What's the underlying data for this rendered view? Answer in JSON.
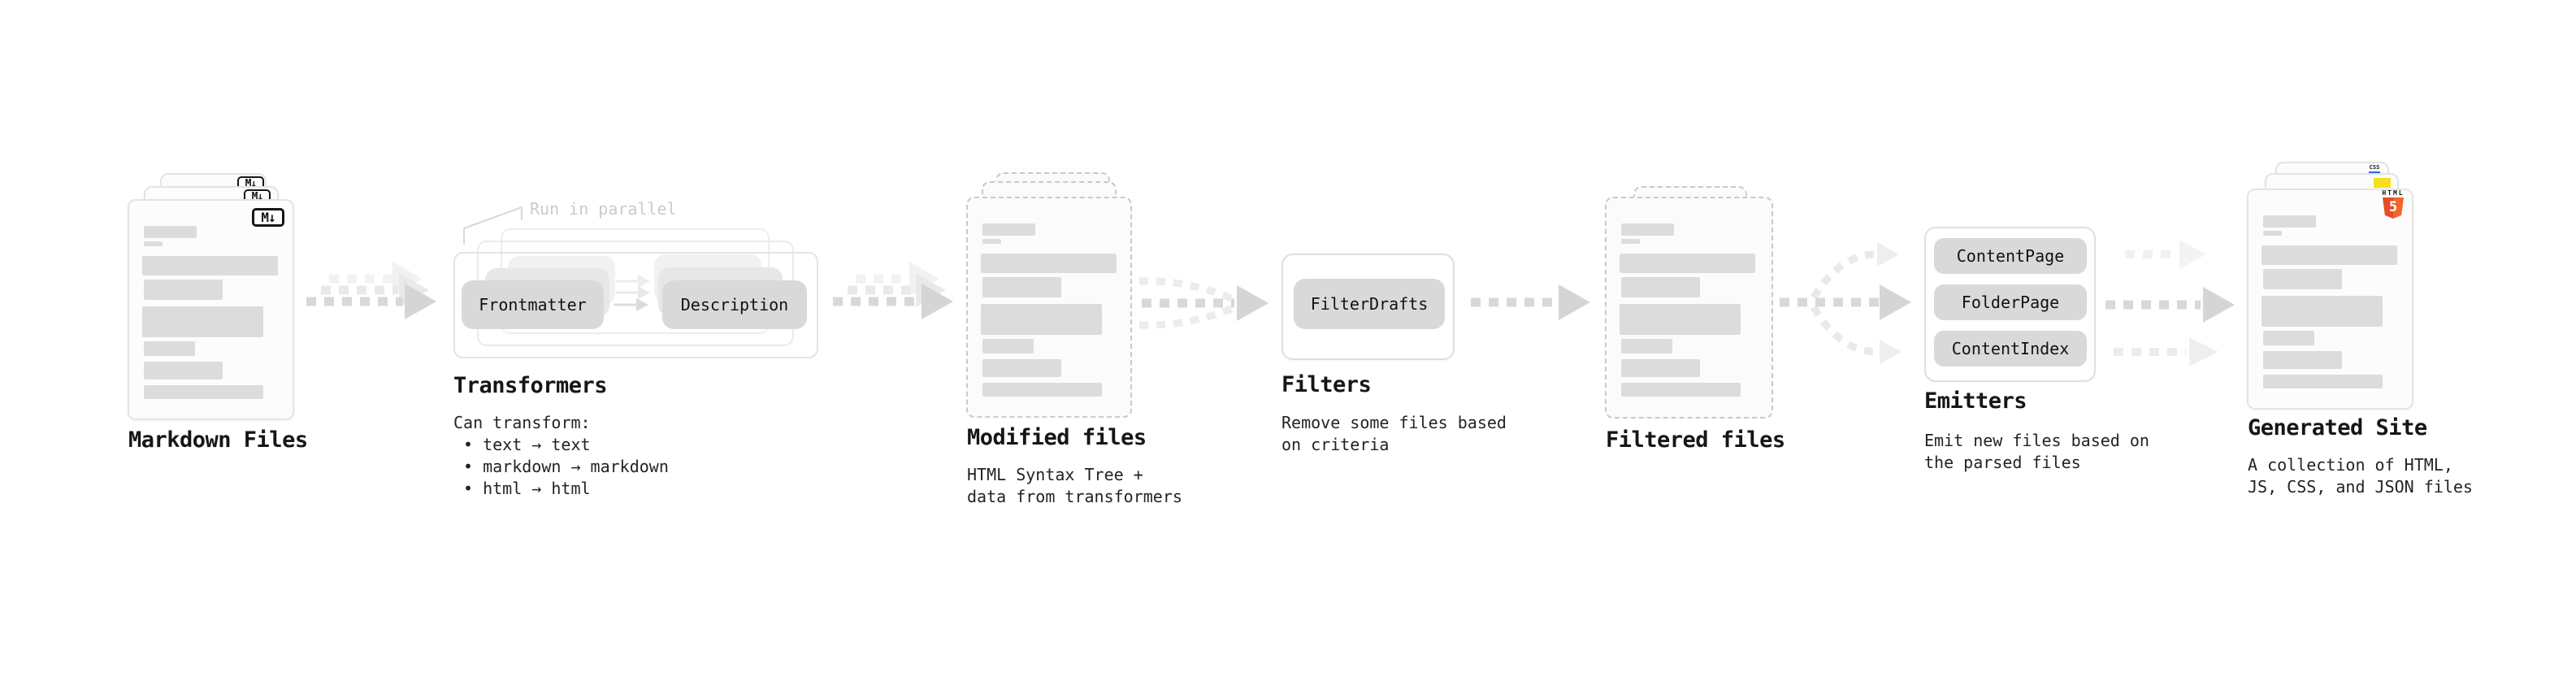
{
  "pipeline": {
    "stage_markdown": {
      "title": "Markdown Files"
    },
    "stage_transformers": {
      "title": "Transformers",
      "annotation": "Run in parallel",
      "node_frontmatter": "Frontmatter",
      "node_description": "Description",
      "desc_heading": "Can transform:",
      "bullets": [
        "text → text",
        "markdown → markdown",
        "html → html"
      ]
    },
    "stage_modified": {
      "title": "Modified files",
      "desc_lines": [
        "HTML Syntax Tree +",
        "data from transformers"
      ]
    },
    "stage_filters": {
      "title": "Filters",
      "node_filterdrafts": "FilterDrafts",
      "desc_lines": [
        "Remove some files based",
        "on criteria"
      ]
    },
    "stage_filtered": {
      "title": "Filtered files"
    },
    "stage_emitters": {
      "title": "Emitters",
      "nodes": [
        "ContentPage",
        "FolderPage",
        "ContentIndex"
      ],
      "desc_lines": [
        "Emit new files based on",
        "the parsed files"
      ]
    },
    "stage_generated": {
      "title": "Generated Site",
      "desc_lines": [
        "A collection of HTML,",
        "JS, CSS, and JSON files"
      ]
    },
    "icons": {
      "markdown_badge": "M↓",
      "html5_word": "HTML",
      "html5_digit": "5",
      "css_word": "CSS"
    },
    "colors": {
      "node_fill": "#d9d9d9",
      "placeholder_bar": "#dcdcdc",
      "arrow_main": "#d8d8d8",
      "annotation_text": "#cbcbcb",
      "html5_orange": "#e44d26",
      "js_yellow": "#f7df1e",
      "css_blue": "#2965f1"
    }
  }
}
